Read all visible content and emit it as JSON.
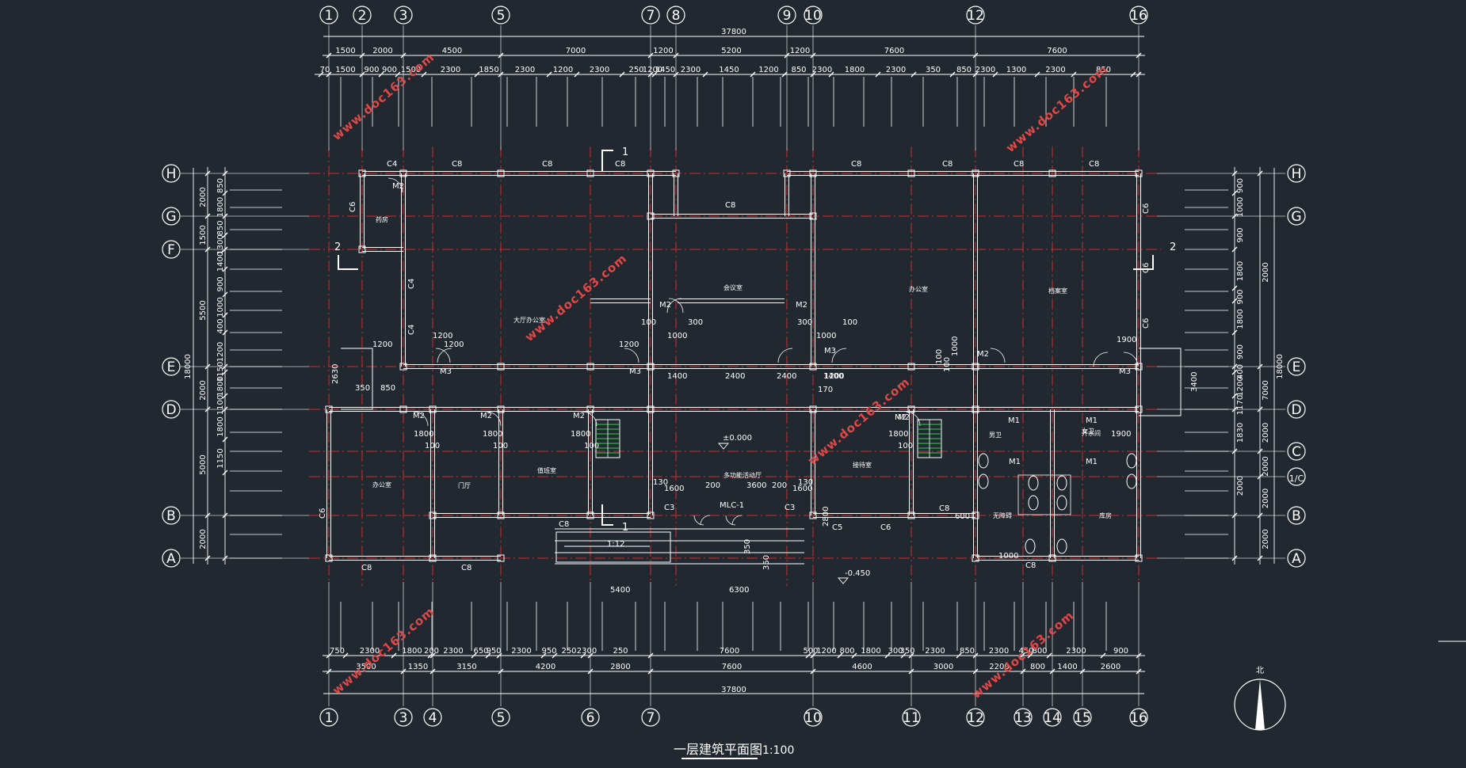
{
  "drawing": {
    "title": "一层建筑平面图",
    "scale": "1:100",
    "north_label": "北",
    "watermark": "www.doc163.com"
  },
  "axes": {
    "top": [
      "1",
      "2",
      "3",
      "5",
      "7",
      "8",
      "9",
      "10",
      "12",
      "16"
    ],
    "bottom": [
      "1",
      "3",
      "4",
      "5",
      "6",
      "7",
      "10",
      "11",
      "12",
      "13",
      "14",
      "15",
      "16"
    ],
    "left": [
      "H",
      "G",
      "F",
      "E",
      "D",
      "B",
      "A"
    ],
    "right": [
      "H",
      "G",
      "E",
      "D",
      "C",
      "1/C",
      "B",
      "A"
    ]
  },
  "dimensions": {
    "overall_width": "37800",
    "overall_depth": "18000",
    "top_row1": [
      "1500",
      "2000",
      "4500",
      "7000",
      "1200",
      "5200",
      "1200",
      "7600",
      "7600"
    ],
    "top_row2": [
      "70",
      "1500",
      "900",
      "900",
      "1500",
      "2300",
      "1850",
      "2300",
      "1200",
      "2300",
      "250",
      "1200",
      "1450",
      "2300",
      "1450",
      "1200",
      "850",
      "2300",
      "1800",
      "2300",
      "350",
      "850",
      "2300",
      "1300",
      "2300",
      "850"
    ],
    "bottom_row1": [
      "750",
      "2300",
      "1800",
      "200",
      "2300",
      "650",
      "950",
      "2300",
      "950",
      "250",
      "2300",
      "250",
      "7600",
      "500",
      "1200",
      "800",
      "1800",
      "300",
      "350",
      "2300",
      "850",
      "2300",
      "450",
      "800",
      "2300",
      "900"
    ],
    "bottom_row2": [
      "3500",
      "1350",
      "3150",
      "4200",
      "2800",
      "7600",
      "4600",
      "3000",
      "2200",
      "800",
      "1400",
      "2600"
    ],
    "left_outer": [
      "2000",
      "1500",
      "5500",
      "2000",
      "5000",
      "2000"
    ],
    "left_inner": [
      "850",
      "1800",
      "850",
      "1300",
      "1400",
      "900",
      "1000",
      "400",
      "1200",
      "1150",
      "1800",
      "1100",
      "1800",
      "1150"
    ],
    "right_outer": [
      "2000",
      "7000",
      "2000",
      "2000",
      "2000",
      "2000"
    ],
    "right_inner": [
      "900",
      "1000",
      "900",
      "1800",
      "900",
      "1800",
      "900",
      "400",
      "1200",
      "1170",
      "1830",
      "2000"
    ]
  },
  "labels": {
    "windows": [
      "C4",
      "C8",
      "C8",
      "C8",
      "C8",
      "C8",
      "C8",
      "C8",
      "C8",
      "C6",
      "C6",
      "C4",
      "C4",
      "C6",
      "C6",
      "C6",
      "C3",
      "C3",
      "C5",
      "C6",
      "C8",
      "C8",
      "C8",
      "C8",
      "C8"
    ],
    "doors": [
      "M2",
      "M2",
      "M2",
      "M3",
      "M3",
      "M3",
      "M3",
      "M2",
      "M2",
      "M2",
      "M2",
      "M2",
      "M2",
      "M1",
      "M1",
      "M1",
      "M1"
    ],
    "entrance": "MLC-1",
    "section_1": "1",
    "section_2": "2",
    "level_inside": "±0.000",
    "level_outside": "-0.450",
    "ramp_slope": "1:12",
    "misc": [
      "1200",
      "1200",
      "1200",
      "1900",
      "1200",
      "100",
      "1000",
      "300",
      "300",
      "1000",
      "100",
      "1400",
      "2400",
      "2400",
      "1400",
      "1200",
      "170",
      "1000",
      "100",
      "1900",
      "1800",
      "100",
      "1800",
      "100",
      "1800",
      "100",
      "1800",
      "100",
      "1600",
      "200",
      "3600",
      "200",
      "1600",
      "130",
      "130",
      "2800",
      "5400",
      "6300",
      "350",
      "350",
      "2630",
      "350",
      "850",
      "3400",
      "100",
      "600",
      "1000"
    ]
  },
  "rooms": [
    "药房",
    "大厅办公室",
    "会议室",
    "办公室",
    "档案室",
    "办公室",
    "门厅",
    "值班室",
    "多功能活动厅",
    "接待室",
    "男卫",
    "女卫",
    "开水间",
    "无障碍",
    "库房"
  ]
}
